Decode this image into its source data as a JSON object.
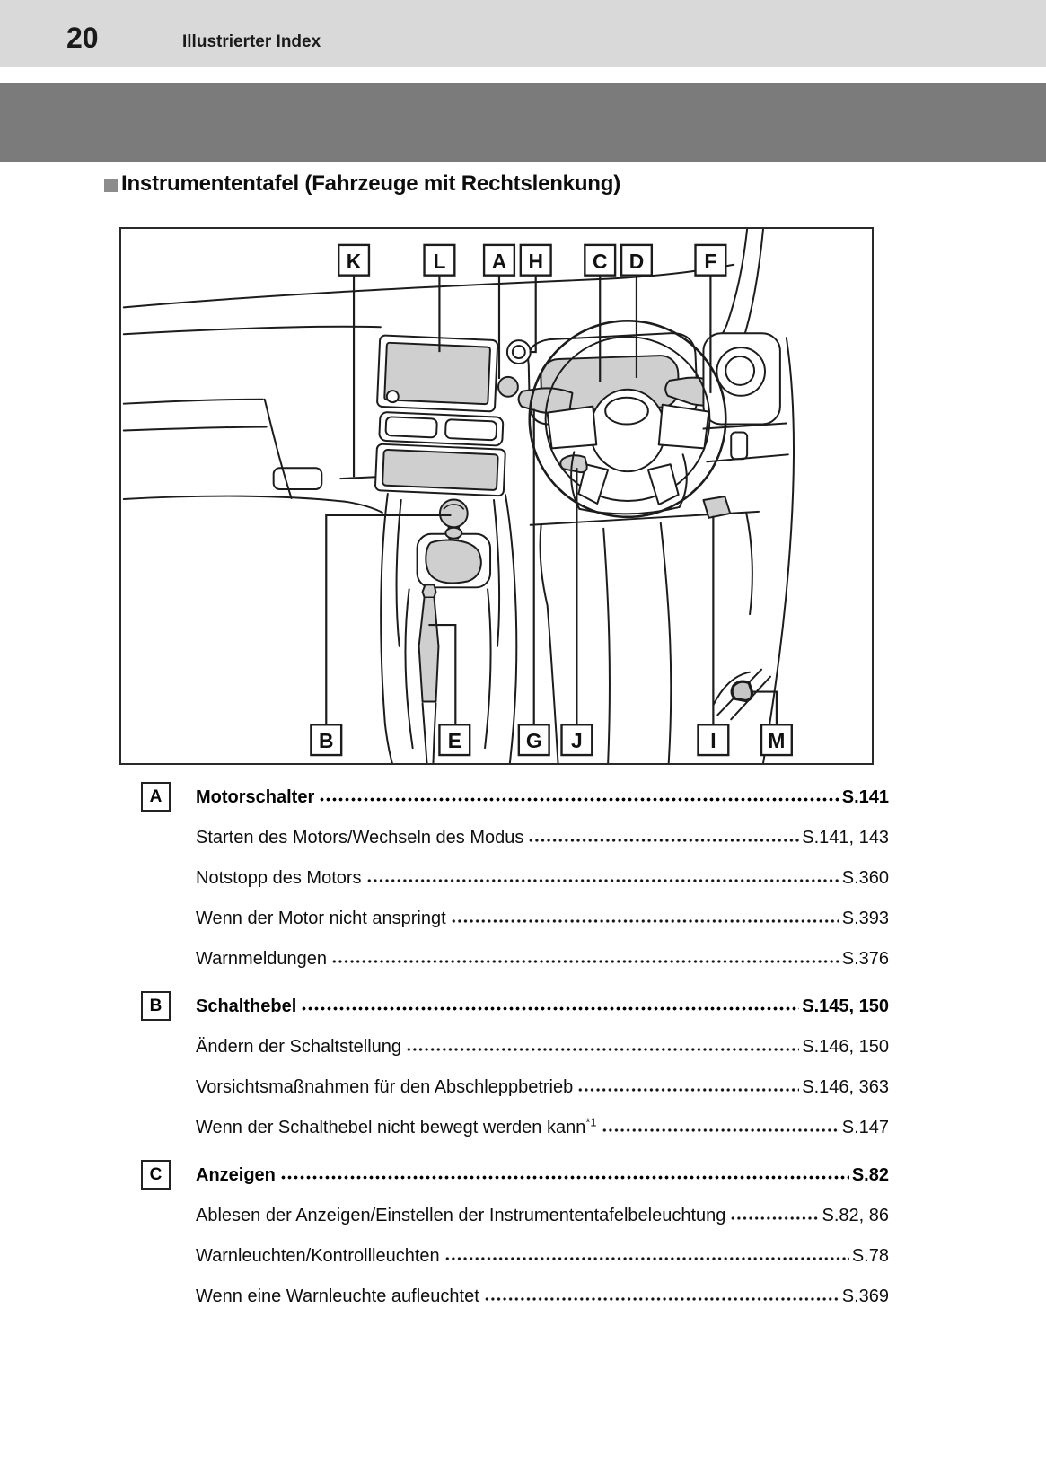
{
  "page": {
    "number": "20",
    "header_title": "Illustrierter Index"
  },
  "section_title": "Instrumententafel (Fahrzeuge mit Rechtslenkung)",
  "diagram": {
    "description": "dashboard-line-drawing-right-hand-drive",
    "top_labels": [
      "K",
      "L",
      "A",
      "H",
      "C",
      "D",
      "F"
    ],
    "bottom_labels": [
      "B",
      "E",
      "G",
      "J",
      "I",
      "M"
    ]
  },
  "toc": [
    {
      "letter": "A",
      "title": "Motorschalter",
      "pages": "S.141",
      "items": [
        {
          "label": "Starten des Motors/Wechseln des Modus",
          "pages": "S.141, 143"
        },
        {
          "label": "Notstopp des Motors",
          "pages": "S.360"
        },
        {
          "label": "Wenn der Motor nicht anspringt",
          "pages": "S.393"
        },
        {
          "label": "Warnmeldungen",
          "pages": "S.376"
        }
      ]
    },
    {
      "letter": "B",
      "title": "Schalthebel",
      "pages": "S.145, 150",
      "items": [
        {
          "label": "Ändern der Schaltstellung",
          "pages": "S.146, 150"
        },
        {
          "label": "Vorsichtsmaßnahmen für den Abschleppbetrieb",
          "pages": "S.146, 363"
        },
        {
          "label": "Wenn der Schalthebel nicht bewegt werden kann",
          "sup": "*1",
          "pages": "S.147"
        }
      ]
    },
    {
      "letter": "C",
      "title": "Anzeigen",
      "pages": "S.82",
      "items": [
        {
          "label": "Ablesen der Anzeigen/Einstellen der Instrumententafelbeleuchtung",
          "pages": "S.82, 86"
        },
        {
          "label": "Warnleuchten/Kontrollleuchten",
          "pages": "S.78"
        },
        {
          "label": "Wenn eine Warnleuchte aufleuchtet",
          "pages": "S.369"
        }
      ]
    }
  ],
  "colors": {
    "header_band": "#d9d9d9",
    "chapter_band": "#7b7b7b",
    "bullet": "#8c8c8c",
    "diagram_gray": "#cfcfcf",
    "line": "#1c1c1c"
  }
}
